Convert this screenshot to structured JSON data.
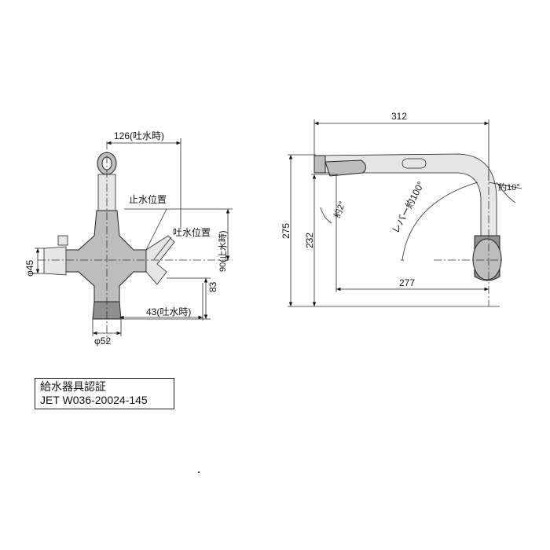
{
  "left_view": {
    "dim_width_outlet": "126(吐水時)",
    "label_stop_position": "止水位置",
    "label_outlet_position": "吐水位置",
    "dim_lever_stop": "90(止水時)",
    "dim_phi45": "φ45",
    "dim_83": "83",
    "dim_43_outlet": "43(吐水時)",
    "dim_phi52": "φ52"
  },
  "right_view": {
    "dim_312": "312",
    "dim_275": "275",
    "dim_232": "232",
    "dim_277": "277",
    "angle_2": "約2°",
    "angle_10": "約10°",
    "lever_angle": "レバー約100°"
  },
  "certification": {
    "title": "給水器具認証",
    "number": "JET W036-20024-145"
  }
}
